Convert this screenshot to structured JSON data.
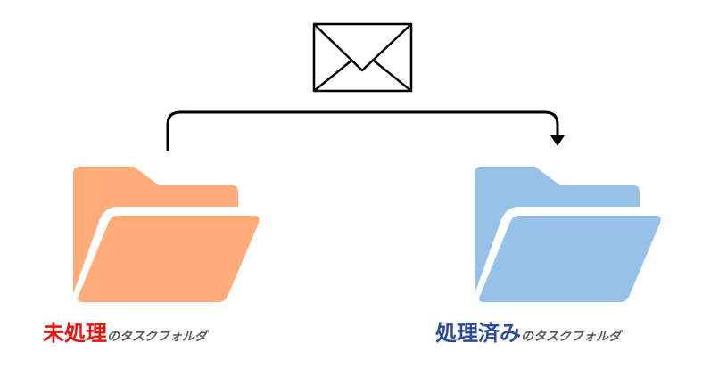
{
  "colors": {
    "unprocessed_folder": "#ffab7a",
    "processed_folder": "#98c1e8",
    "unprocessed_label": "#ee1111",
    "processed_label": "#2e4a9c",
    "sub_label": "#595959",
    "line": "#000000"
  },
  "icons": {
    "mail": "envelope-icon",
    "source_folder": "folder-open-icon",
    "target_folder": "folder-open-icon",
    "arrow": "arrow-down-icon"
  },
  "left": {
    "main": "未処理",
    "sub": "のタスクフォルダ"
  },
  "right": {
    "main": "処理済み",
    "sub": "のタスクフォルダ"
  }
}
